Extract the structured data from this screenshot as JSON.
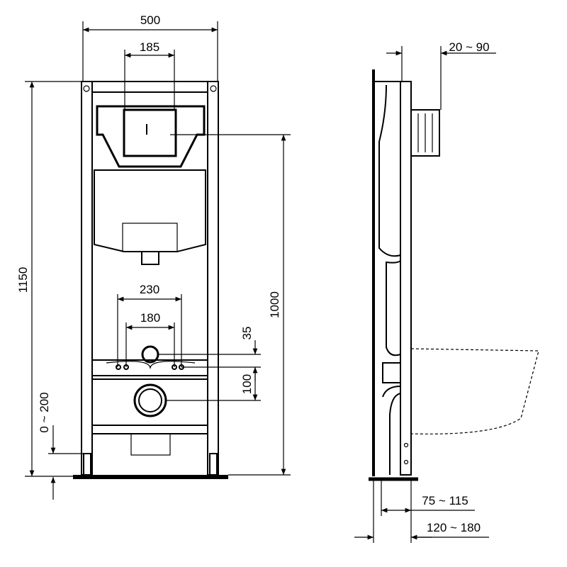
{
  "drawing": {
    "front_view": {
      "width_overall": "500",
      "flush_plate_width": "185",
      "height_overall": "1150",
      "flush_height": "1000",
      "bolt_spacing_outer": "230",
      "bolt_spacing_inner": "180",
      "inlet_offset": "35",
      "outlet_offset": "100",
      "foot_adjust": "0 ~ 200"
    },
    "side_view": {
      "wall_depth_adjust": "20 ~ 90",
      "frame_depth": "75 ~ 115",
      "overall_depth": "120 ~ 180"
    },
    "line_color": "#000000"
  }
}
